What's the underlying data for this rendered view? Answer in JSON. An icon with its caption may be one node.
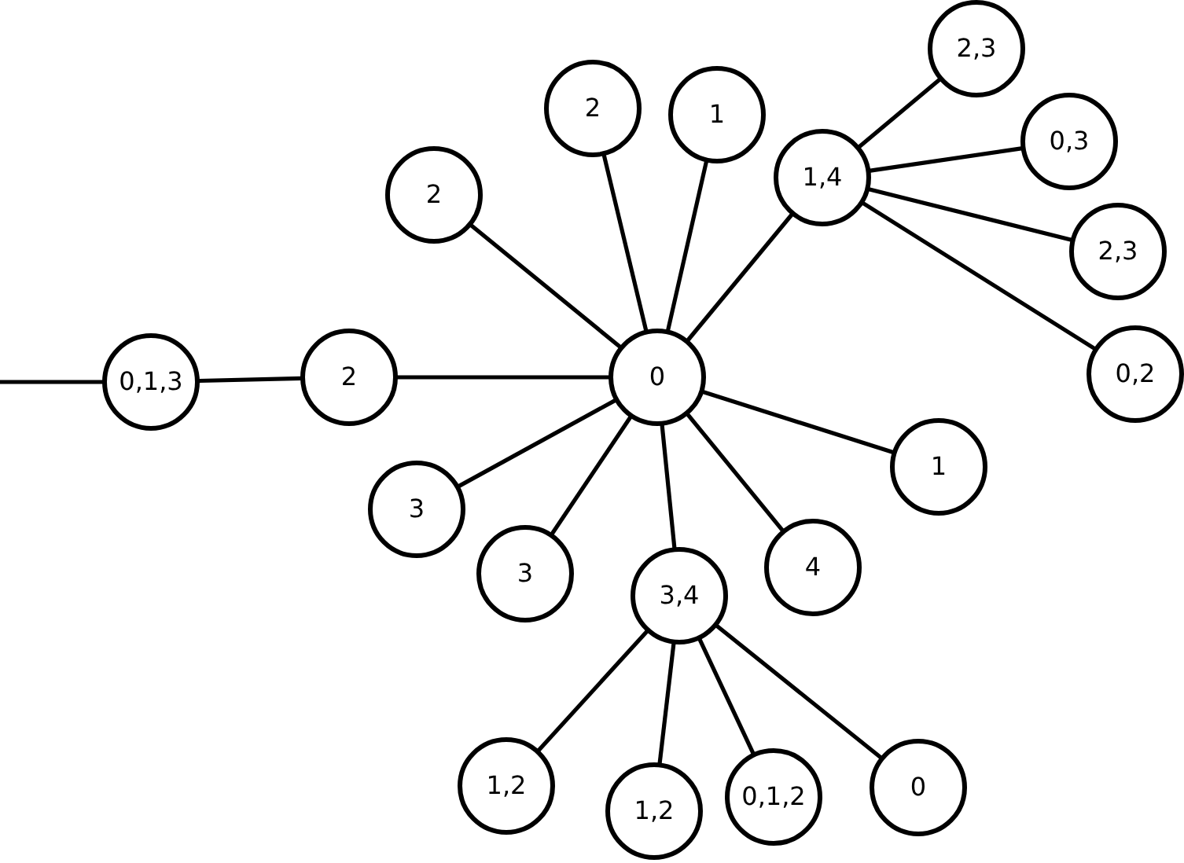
{
  "diagram": {
    "nodes": [
      {
        "text": [
          "2,3"
        ]
      },
      {
        "text": [
          "2"
        ]
      },
      {
        "text": [
          "1"
        ]
      },
      {
        "text": [
          "0,3"
        ]
      },
      {
        "text": [
          "1,4"
        ]
      },
      {
        "text": [
          "2"
        ]
      },
      {
        "text": [
          "2,3"
        ]
      },
      {
        "text": [
          "0,1,3"
        ]
      },
      {
        "text": [
          "2"
        ]
      },
      {
        "text": [
          "0"
        ]
      },
      {
        "text": [
          "0,2"
        ]
      },
      {
        "text": [
          "1"
        ]
      },
      {
        "text": [
          "3"
        ]
      },
      {
        "text": [
          "4"
        ]
      },
      {
        "text": [
          "3"
        ]
      },
      {
        "text": [
          "3,4"
        ]
      },
      {
        "text": [
          "1,2"
        ]
      },
      {
        "text": [
          "1,2"
        ]
      },
      {
        "text": [
          "0,1,2"
        ]
      },
      {
        "text": [
          "0"
        ]
      }
    ],
    "edges": [
      {
        "from": 9,
        "to": 1,
        "arrow": "none"
      },
      {
        "from": 9,
        "to": 2,
        "arrow": "none"
      },
      {
        "from": 9,
        "to": 4,
        "arrow": "none"
      },
      {
        "from": 9,
        "to": 5,
        "arrow": "none"
      },
      {
        "from": 9,
        "to": 8,
        "arrow": "none"
      },
      {
        "from": 9,
        "to": 12,
        "arrow": "none"
      },
      {
        "from": 9,
        "to": 14,
        "arrow": "none"
      },
      {
        "from": 9,
        "to": 15,
        "arrow": "none"
      },
      {
        "from": 9,
        "to": 13,
        "arrow": "none"
      },
      {
        "from": 9,
        "to": 11,
        "arrow": "none"
      },
      {
        "from": 4,
        "to": 0,
        "arrow": "none"
      },
      {
        "from": 4,
        "to": 3,
        "arrow": "none"
      },
      {
        "from": 4,
        "to": 6,
        "arrow": "none"
      },
      {
        "from": 4,
        "to": 10,
        "arrow": "none"
      },
      {
        "from": 15,
        "to": 16,
        "arrow": "none"
      },
      {
        "from": 15,
        "to": 17,
        "arrow": "none"
      },
      {
        "from": 15,
        "to": 18,
        "arrow": "none"
      },
      {
        "from": 15,
        "to": 19,
        "arrow": "none"
      },
      {
        "from": 8,
        "to": 7,
        "arrow": "none"
      },
      {
        "from": null,
        "to": 7,
        "arrow": "none"
      }
    ]
  }
}
